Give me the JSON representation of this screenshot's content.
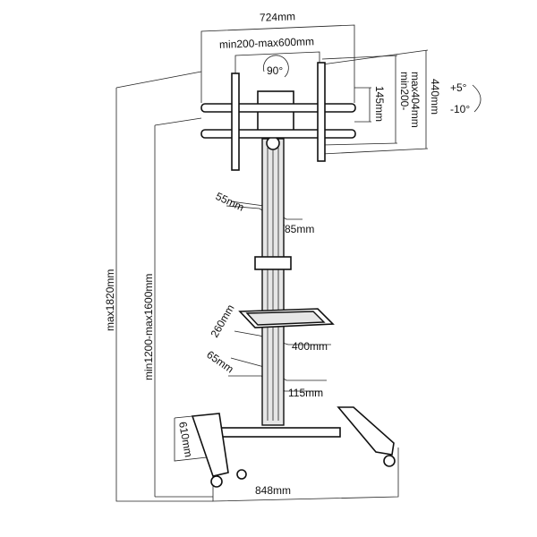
{
  "labels": {
    "overall_width": "724mm",
    "vesa_horizontal": "min200-max600mm",
    "rotation": "90°",
    "bar_spacing": "145mm",
    "vesa_vertical_line1": "min200-",
    "vesa_vertical_line2": "max404mm",
    "bracket_height": "440mm",
    "tilt_up": "+5°",
    "tilt_down": "-10°",
    "pole_depth": "55mm",
    "pole_width": "85mm",
    "max_height": "max1820mm",
    "height_range": "min1200-max1600mm",
    "shelf_depth": "260mm",
    "shelf_width": "400mm",
    "lower_pole_depth": "65mm",
    "lower_pole_width": "115mm",
    "base_depth": "610mm",
    "base_width": "848mm"
  }
}
